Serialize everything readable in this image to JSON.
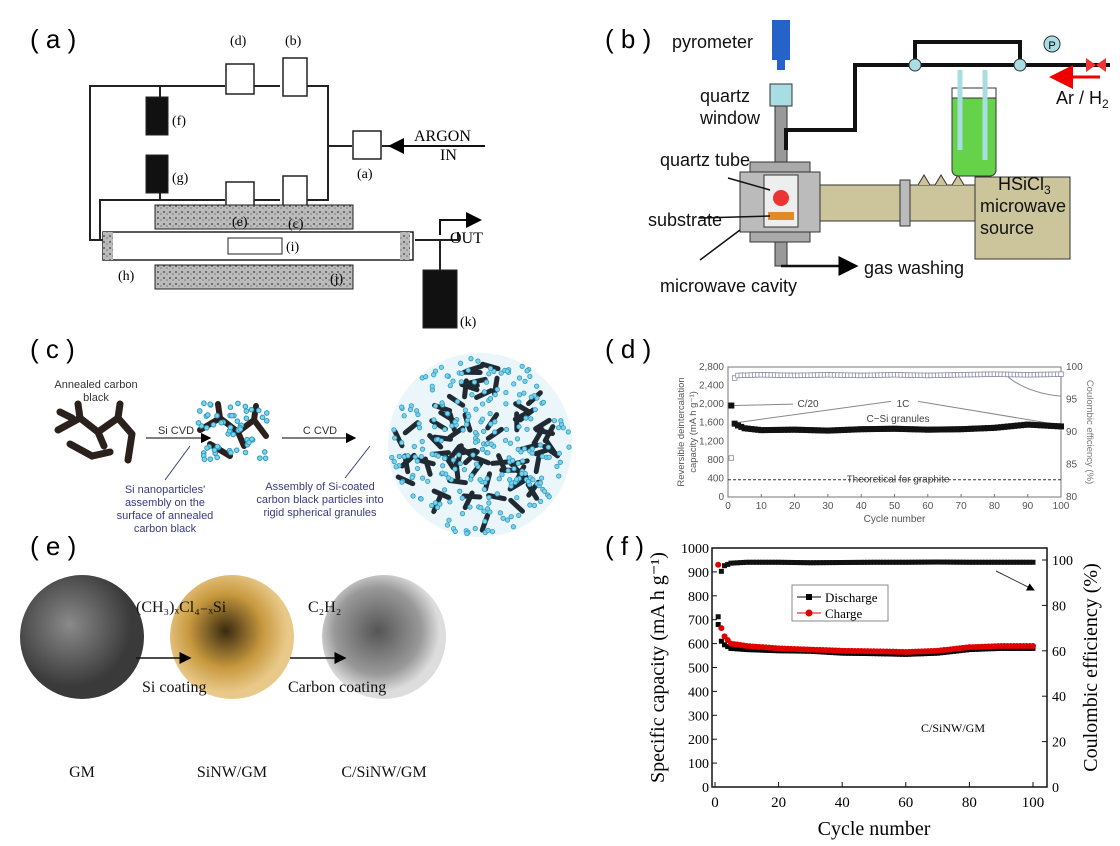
{
  "panels": {
    "a": {
      "label": "( a )",
      "parts": [
        "(d)",
        "(b)",
        "(f)",
        "(g)",
        "(e)",
        "(c)",
        "(a)",
        "(h)",
        "(i)",
        "(j)",
        "(k)"
      ],
      "argon": "ARGON",
      "in": "IN",
      "out": "OUT"
    },
    "b": {
      "label": "( b )",
      "pyrometer": "pyrometer",
      "quartz_window_1": "quartz",
      "quartz_window_2": "window",
      "quartz_tube": "quartz tube",
      "substrate": "substrate",
      "microwave_cavity": "microwave cavity",
      "gas_washing": "gas washing",
      "microwave_source_1": "microwave",
      "microwave_source_2": "source",
      "gas": "Ar / H",
      "gas_sub": "2",
      "precursor": "HSiCl",
      "precursor_sub": "3",
      "pressure": "P"
    },
    "c": {
      "label": "( c )",
      "start_1": "Annealed carbon",
      "start_2": "black",
      "step1": "Si CVD",
      "step2": "C CVD",
      "note1": [
        "Si nanoparticles'",
        "assembly on the",
        "surface of annealed",
        "carbon black"
      ],
      "note2": [
        "Assembly of Si-coated",
        "carbon black particles into",
        "rigid spherical granules"
      ]
    },
    "d": {
      "label": "( d )"
    },
    "e": {
      "label": "( e )",
      "reagent1": "(CH₃)ₓCl₄₋ₓSi",
      "step1": "Si coating",
      "reagent2": "C₂H₂",
      "step2": "Carbon coating",
      "names": [
        "GM",
        "SiNW/GM",
        "C/SiNW/GM"
      ]
    },
    "f": {
      "label": "( f )"
    }
  },
  "chart_data": [
    {
      "id": "d",
      "type": "scatter",
      "xlabel": "Cycle number",
      "ylabel": [
        "Reversible deintercalation",
        "capacity (mA h g⁻¹)"
      ],
      "y2label": "Coulombic efficiency (%)",
      "xlim": [
        0,
        100
      ],
      "ylim": [
        0,
        2800
      ],
      "y2lim": [
        80,
        100
      ],
      "xticks": [
        0,
        10,
        20,
        30,
        40,
        50,
        60,
        70,
        80,
        90,
        100
      ],
      "yticks": [
        0,
        400,
        800,
        1200,
        1600,
        2000,
        2400,
        2800
      ],
      "ytick_labels": [
        "0",
        "400",
        "800",
        "1,200",
        "1,600",
        "2,000",
        "2,400",
        "2,800"
      ],
      "y2ticks": [
        80,
        85,
        90,
        95,
        100
      ],
      "annotations": [
        "C/20",
        "1C",
        "C−Si granules",
        "Theoretical for graphite"
      ],
      "graphite_theoretical": 372,
      "series": [
        {
          "name": "Capacity",
          "axis": "left",
          "x": [
            1,
            2,
            3,
            5,
            10,
            20,
            30,
            40,
            50,
            60,
            70,
            80,
            90,
            100
          ],
          "y": [
            1970,
            1580,
            1540,
            1480,
            1440,
            1450,
            1430,
            1460,
            1470,
            1450,
            1460,
            1490,
            1560,
            1520
          ]
        },
        {
          "name": "Coulombic efficiency",
          "axis": "right",
          "x": [
            1,
            2,
            3,
            10,
            20,
            30,
            40,
            50,
            60,
            70,
            80,
            90,
            100
          ],
          "y": [
            86,
            98.3,
            98.7,
            98.8,
            98.7,
            98.8,
            98.7,
            98.8,
            98.7,
            98.8,
            98.9,
            98.8,
            98.9
          ]
        }
      ]
    },
    {
      "id": "f",
      "type": "scatter",
      "xlabel": "Cycle number",
      "ylabel": "Specific capacity (mA h g⁻¹)",
      "y2label": "Coulombic efficiency (%)",
      "xlim": [
        0,
        100
      ],
      "ylim": [
        0,
        1000
      ],
      "y2lim": [
        0,
        100
      ],
      "xticks": [
        0,
        20,
        40,
        60,
        80,
        100
      ],
      "yticks": [
        0,
        100,
        200,
        300,
        400,
        500,
        600,
        700,
        800,
        900,
        1000
      ],
      "y2ticks": [
        0,
        20,
        40,
        60,
        80,
        100
      ],
      "annotation": "C/SiNW/GM",
      "legend": [
        "Discharge",
        "Charge"
      ],
      "series": [
        {
          "name": "Discharge",
          "color": "#000000",
          "axis": "left",
          "x": [
            1,
            2,
            3,
            5,
            10,
            20,
            30,
            40,
            50,
            60,
            70,
            80,
            90,
            100
          ],
          "y": [
            680,
            610,
            595,
            580,
            575,
            570,
            568,
            560,
            558,
            555,
            560,
            575,
            580,
            580
          ]
        },
        {
          "name": "Charge",
          "color": "#e00000",
          "axis": "left",
          "x": [
            1,
            2,
            3,
            5,
            10,
            20,
            30,
            40,
            50,
            60,
            70,
            80,
            90,
            100
          ],
          "y": [
            930,
            665,
            630,
            600,
            590,
            580,
            575,
            570,
            568,
            565,
            570,
            585,
            590,
            590
          ]
        },
        {
          "name": "Coulombic efficiency",
          "color": "#000000",
          "axis": "right",
          "x": [
            1,
            2,
            3,
            5,
            10,
            20,
            30,
            40,
            50,
            60,
            70,
            80,
            90,
            100
          ],
          "y": [
            75,
            95,
            97.5,
            98.6,
            99,
            99,
            98.8,
            98.9,
            99,
            99,
            99.1,
            99,
            99,
            99
          ]
        }
      ]
    }
  ]
}
